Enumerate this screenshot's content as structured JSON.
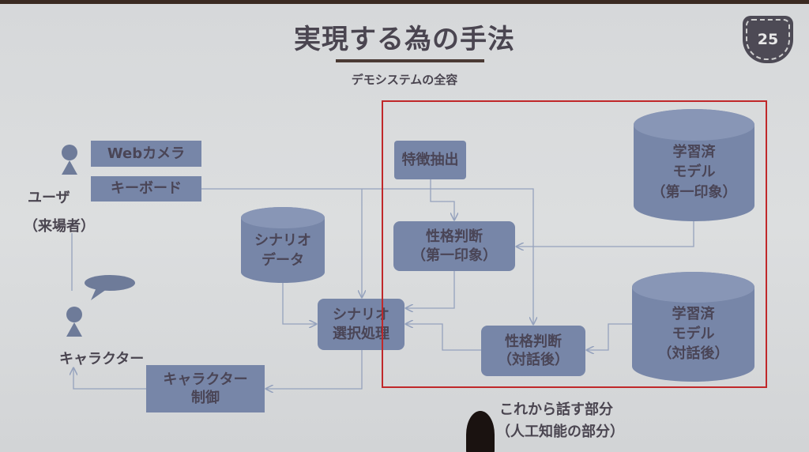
{
  "slide": {
    "title": "実現する為の手法",
    "subtitle": "デモシステムの全容",
    "page_number": "25"
  },
  "diagram": {
    "user_label": "ユーザ",
    "user_sub": "（来場者）",
    "character_label": "キャラクター",
    "webcam": "Webカメラ",
    "keyboard": "キーボード",
    "scenario_data": [
      "シナリオ",
      "データ"
    ],
    "scenario_select": [
      "シナリオ",
      "選択処理"
    ],
    "character_control": [
      "キャラクター",
      "制御"
    ],
    "feature_extract": "特徴抽出",
    "personality_first": [
      "性格判断",
      "（第一印象）"
    ],
    "personality_dialog": [
      "性格判断",
      "（対話後）"
    ],
    "model_first": [
      "学習済",
      "モデル",
      "（第一印象）"
    ],
    "model_dialog": [
      "学習済",
      "モデル",
      "（対話後）"
    ],
    "ai_note": [
      "これから話す部分",
      "（人工知能の部分）"
    ]
  },
  "colors": {
    "box": "#7786a8",
    "highlight": "#c0282a",
    "text": "#4a4550"
  }
}
